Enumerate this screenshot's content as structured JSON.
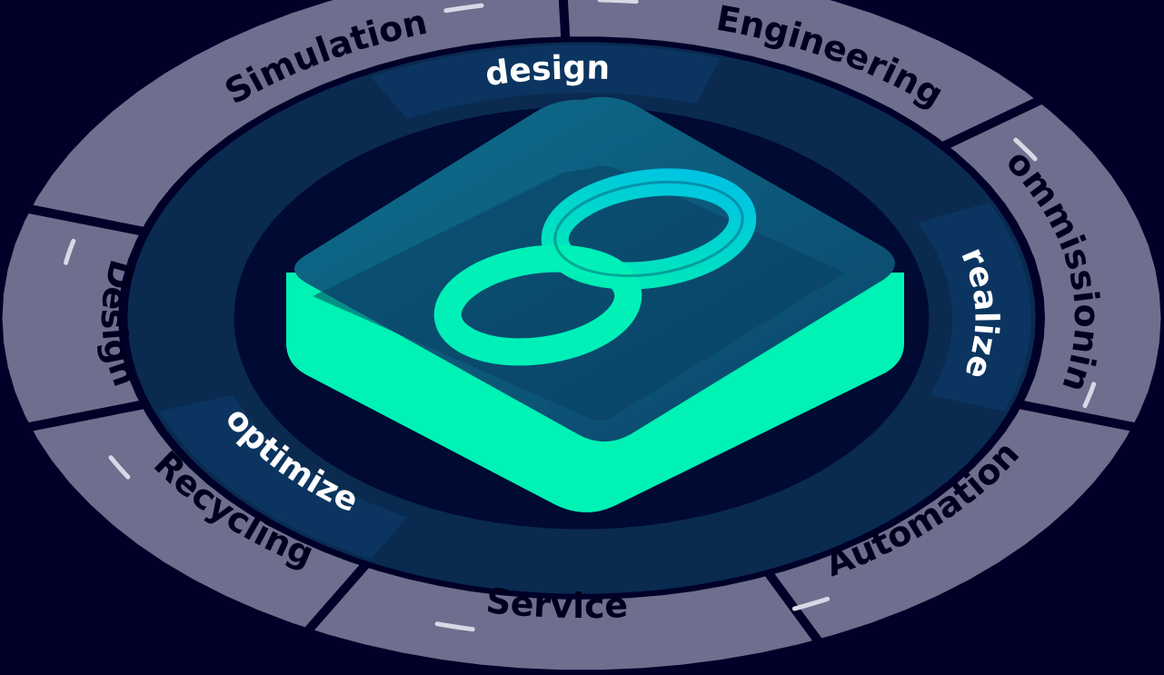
{
  "colors": {
    "background": "#000028",
    "outer_ring": "#6e6e8e",
    "outer_ring_text": "#00001e",
    "mid_ring": "#0a2a50",
    "inner_ring": "#000a32",
    "band": "#0b3560",
    "band_text": "#ffffff",
    "tile_top": "#0e5f7e",
    "tile_side": "#00f2b4",
    "logo_teal": "#00e5c0",
    "logo_blue": "#00c1e6"
  },
  "outer_ring": {
    "segments": [
      {
        "label": "Engineering"
      },
      {
        "label": "Commissioning"
      },
      {
        "label": "Automation"
      },
      {
        "label": "Service"
      },
      {
        "label": "Recycling"
      },
      {
        "label": "Design"
      },
      {
        "label": "Simulation"
      }
    ]
  },
  "inner_ring": {
    "phases": [
      {
        "label": "design"
      },
      {
        "label": "realize"
      },
      {
        "label": "optimize"
      }
    ]
  },
  "center": {
    "icon": "infinity-loop-icon"
  }
}
